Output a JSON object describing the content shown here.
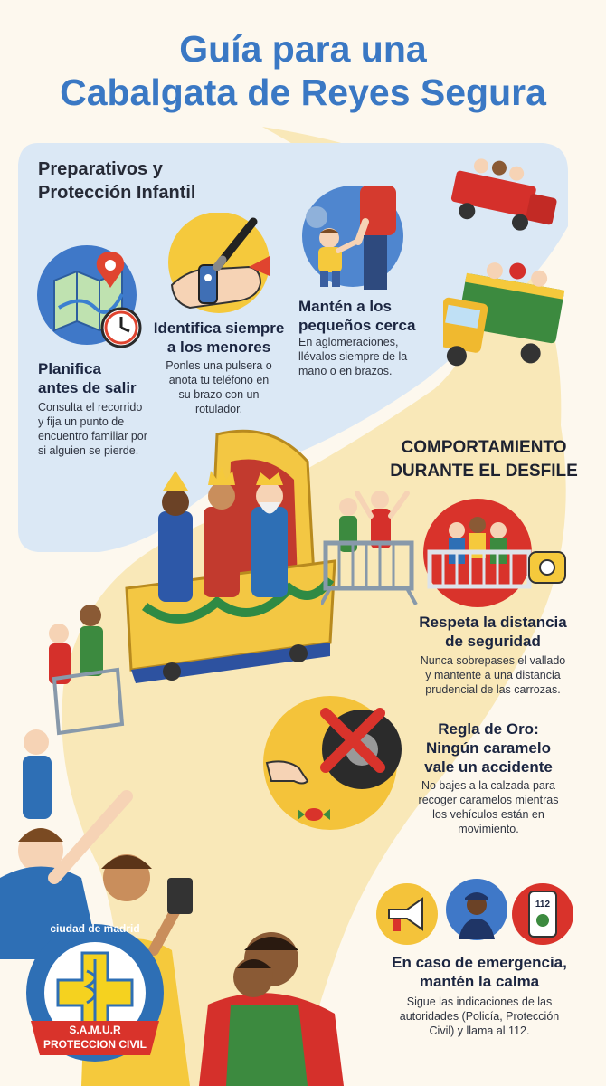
{
  "title": {
    "line1": "Guía para una",
    "line2": "Cabalgata de Reyes Segura"
  },
  "section_preparation": {
    "heading_line1": "Preparativos y",
    "heading_line2": "Protección Infantil"
  },
  "tip_plan": {
    "heading": [
      "Planifica",
      "antes de salir"
    ],
    "body": [
      "Consulta el recorrido",
      "y fija un punto de",
      "encuentro familiar por",
      "si alguien se pierde."
    ]
  },
  "tip_identify": {
    "heading": [
      "Identifica siempre",
      "a los menores"
    ],
    "body": [
      "Ponles una pulsera o",
      "anota tu teléfono en",
      "su brazo con un",
      "rotulador."
    ]
  },
  "tip_close": {
    "heading": [
      "Mantén a los",
      "pequeños cerca"
    ],
    "body": [
      "En aglomeraciones,",
      "llévalos siempre de la",
      "mano o en brazos."
    ]
  },
  "section_behavior": {
    "heading_line1": "COMPORTAMIENTO",
    "heading_line2": "DURANTE EL DESFILE"
  },
  "tip_distance": {
    "heading": [
      "Respeta la distancia",
      "de seguridad"
    ],
    "body": [
      "Nunca sobrepases el vallado",
      "y mantente a una distancia",
      "prudencial de las carrozas."
    ]
  },
  "tip_candy": {
    "heading": [
      "Regla de Oro:",
      "Ningún caramelo",
      "vale un accidente"
    ],
    "body": [
      "No bajes a la calzada para",
      "recoger caramelos mientras",
      "los vehículos están en",
      "movimiento."
    ]
  },
  "tip_emergency": {
    "heading": [
      "En caso de emergencia,",
      "mantén la calma"
    ],
    "body": [
      "Sigue las indicaciones de las",
      "autoridades (Policía, Protección",
      "Civil) y llama al 112."
    ]
  },
  "emergency_phone_number": "112",
  "logo": {
    "ring_text": "ciudad de madrid",
    "banner_line1": "S.A.M.U.R",
    "banner_line2": "PROTECCION CIVIL"
  },
  "colors": {
    "title_blue": "#3a78c4",
    "panel_blue": "#dbe8f5",
    "path_yellow": "#f7e3a6",
    "accent_red": "#d9332b",
    "samur_yellow": "#f5d21f"
  }
}
